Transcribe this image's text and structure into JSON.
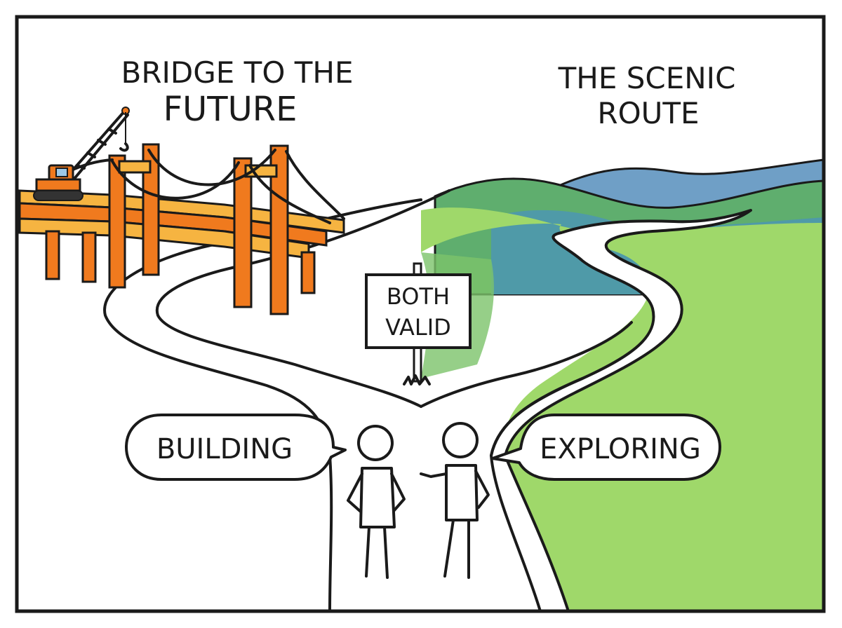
{
  "captions": {
    "left_line1": "BRIDGE TO THE",
    "left_line2": "FUTURE",
    "right_line1": "THE SCENIC",
    "right_line2": "ROUTE"
  },
  "sign": {
    "line1": "BOTH",
    "line2": "VALID"
  },
  "bubbles": {
    "left": "BUILDING",
    "right": "EXPLORING"
  },
  "colors": {
    "frame": "#1a1a1a",
    "bridge_orange": "#f07a1e",
    "bridge_yellow": "#f6b441",
    "grass_light": "#9fd86a",
    "grass_mid": "#7cc36a",
    "hill_green": "#5fae6e",
    "hill_teal": "#4f9aa8",
    "mountain_blue": "#6f9fc6"
  }
}
